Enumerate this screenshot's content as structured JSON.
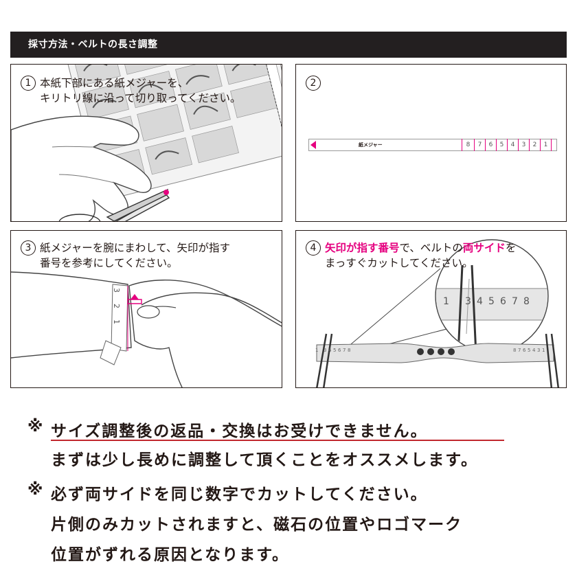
{
  "header": {
    "title": "採寸方法・ベルトの長さ調整"
  },
  "steps": [
    {
      "num": "1",
      "lines": [
        "本紙下部にある紙メジャーを、",
        "キリトリ線に沿って切り取ってください。"
      ]
    },
    {
      "num": "2",
      "tape_label": "紙メジャー",
      "tape_numbers": [
        "8",
        "7",
        "6",
        "5",
        "4",
        "3",
        "2",
        "1"
      ]
    },
    {
      "num": "3",
      "lines": [
        "紙メジャーを腕にまわして、矢印が指す",
        "番号を参考にしてください。"
      ],
      "arm_numbers": [
        "3",
        "2",
        "1"
      ]
    },
    {
      "num": "4",
      "line1_hl1": "矢印が指す番号",
      "line1_mid": "で、ベルトの",
      "line1_hl2": "両サイド",
      "line1_end": "を",
      "line2": "まっすぐカットしてください。",
      "zoom_numbers": [
        "1",
        "3",
        "4",
        "5",
        "6",
        "7",
        "8"
      ],
      "belt_left_numbers": [
        "1",
        "3",
        "4",
        "5",
        "6",
        "7",
        "8"
      ],
      "belt_right_numbers": [
        "8",
        "7",
        "6",
        "5",
        "4",
        "3",
        "1"
      ]
    }
  ],
  "notes": {
    "mark": "※",
    "note1_line1": "サイズ調整後の返品・交換はお受けできません。",
    "note1_line2": "まずは少し長めに調整して頂くことをオススメします。",
    "note2_line1": "必ず両サイドを同じ数字でカットしてください。",
    "note2_line2": "片側のみカットされますと、磁石の位置やロゴマーク",
    "note2_line3": "位置がずれる原因となります。"
  },
  "colors": {
    "accent": "#e5007f",
    "underline": "#c1272d",
    "header_bg": "#231f20"
  }
}
